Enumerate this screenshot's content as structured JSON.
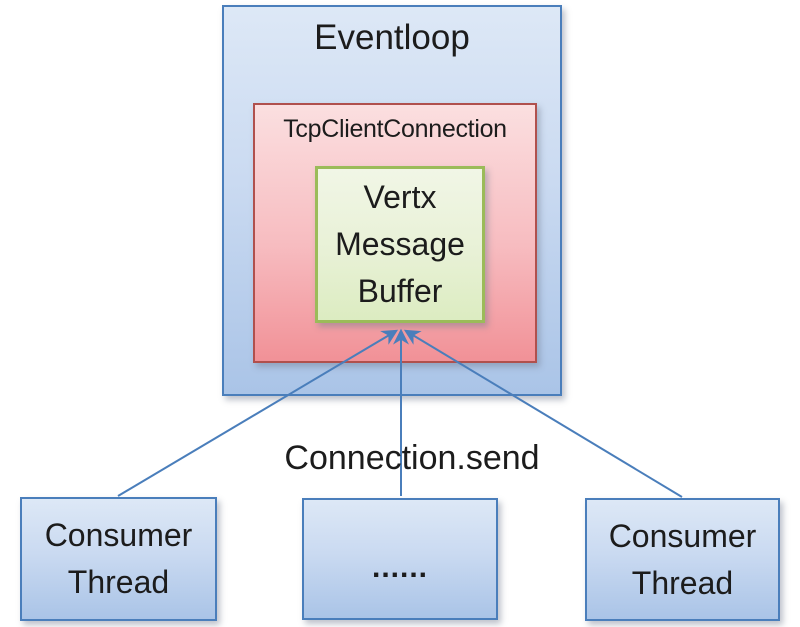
{
  "eventloop": {
    "label": "Eventloop"
  },
  "tcp_connection": {
    "label": "TcpClientConnection"
  },
  "message_buffer": {
    "line1": "Vertx",
    "line2": "Message",
    "line3": "Buffer"
  },
  "arrow_label": {
    "text": "Connection.send"
  },
  "consumers": {
    "left": {
      "line1": "Consumer",
      "line2": "Thread"
    },
    "middle": {
      "label": "......"
    },
    "right": {
      "line1": "Consumer",
      "line2": "Thread"
    }
  },
  "colors": {
    "blue_border": "#4a7ebb",
    "blue_fill_top": "#dde8f6",
    "blue_fill_bottom": "#aac4e7",
    "red_border": "#b0504d",
    "red_fill_top": "#fbdfe0",
    "red_fill_bottom": "#f19197",
    "green_border": "#9bbb59",
    "green_fill_top": "#f1f6e6",
    "green_fill_bottom": "#dcecc1",
    "arrow": "#4a7ebb",
    "text": "#1c1c1c"
  }
}
